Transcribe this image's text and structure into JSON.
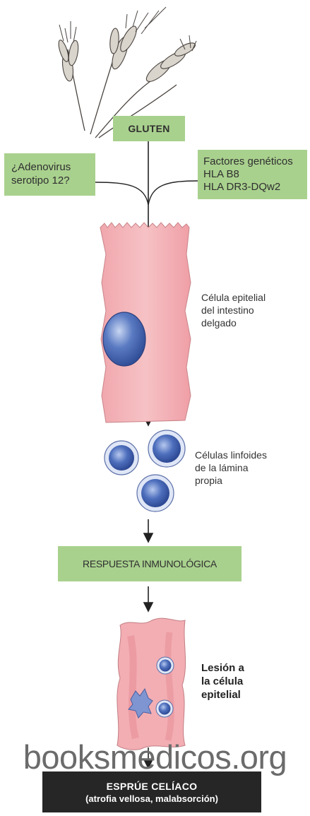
{
  "gluten": "GLUTEN",
  "adenovirus": {
    "line1": "¿Adenovirus",
    "line2": "serotipo 12?"
  },
  "factores": {
    "line1": "Factores genéticos",
    "line2": "HLA B8",
    "line3": "HLA DR3-DQw2"
  },
  "epitelial": {
    "line1": "Célula epitelial",
    "line2": "del intestino",
    "line3": "delgado"
  },
  "linfoides": {
    "line1": "Células linfoides",
    "line2": "de la lámina",
    "line3": "propia"
  },
  "respuesta": "RESPUESTA INMUNOLÓGICA",
  "lesion": {
    "line1": "Lesión a",
    "line2": "la célula",
    "line3": "epitelial"
  },
  "watermark": "booksmedicos.org",
  "final": {
    "line1": "ESPRÚE CELÍACO",
    "line2": "(atrofia vellosa, malabsorción)"
  },
  "colors": {
    "green_box": "#a9d18e",
    "cell_pink": "#f3b2b6",
    "nucleus_blue": "#4a6bb5",
    "dark_box": "#262626"
  }
}
